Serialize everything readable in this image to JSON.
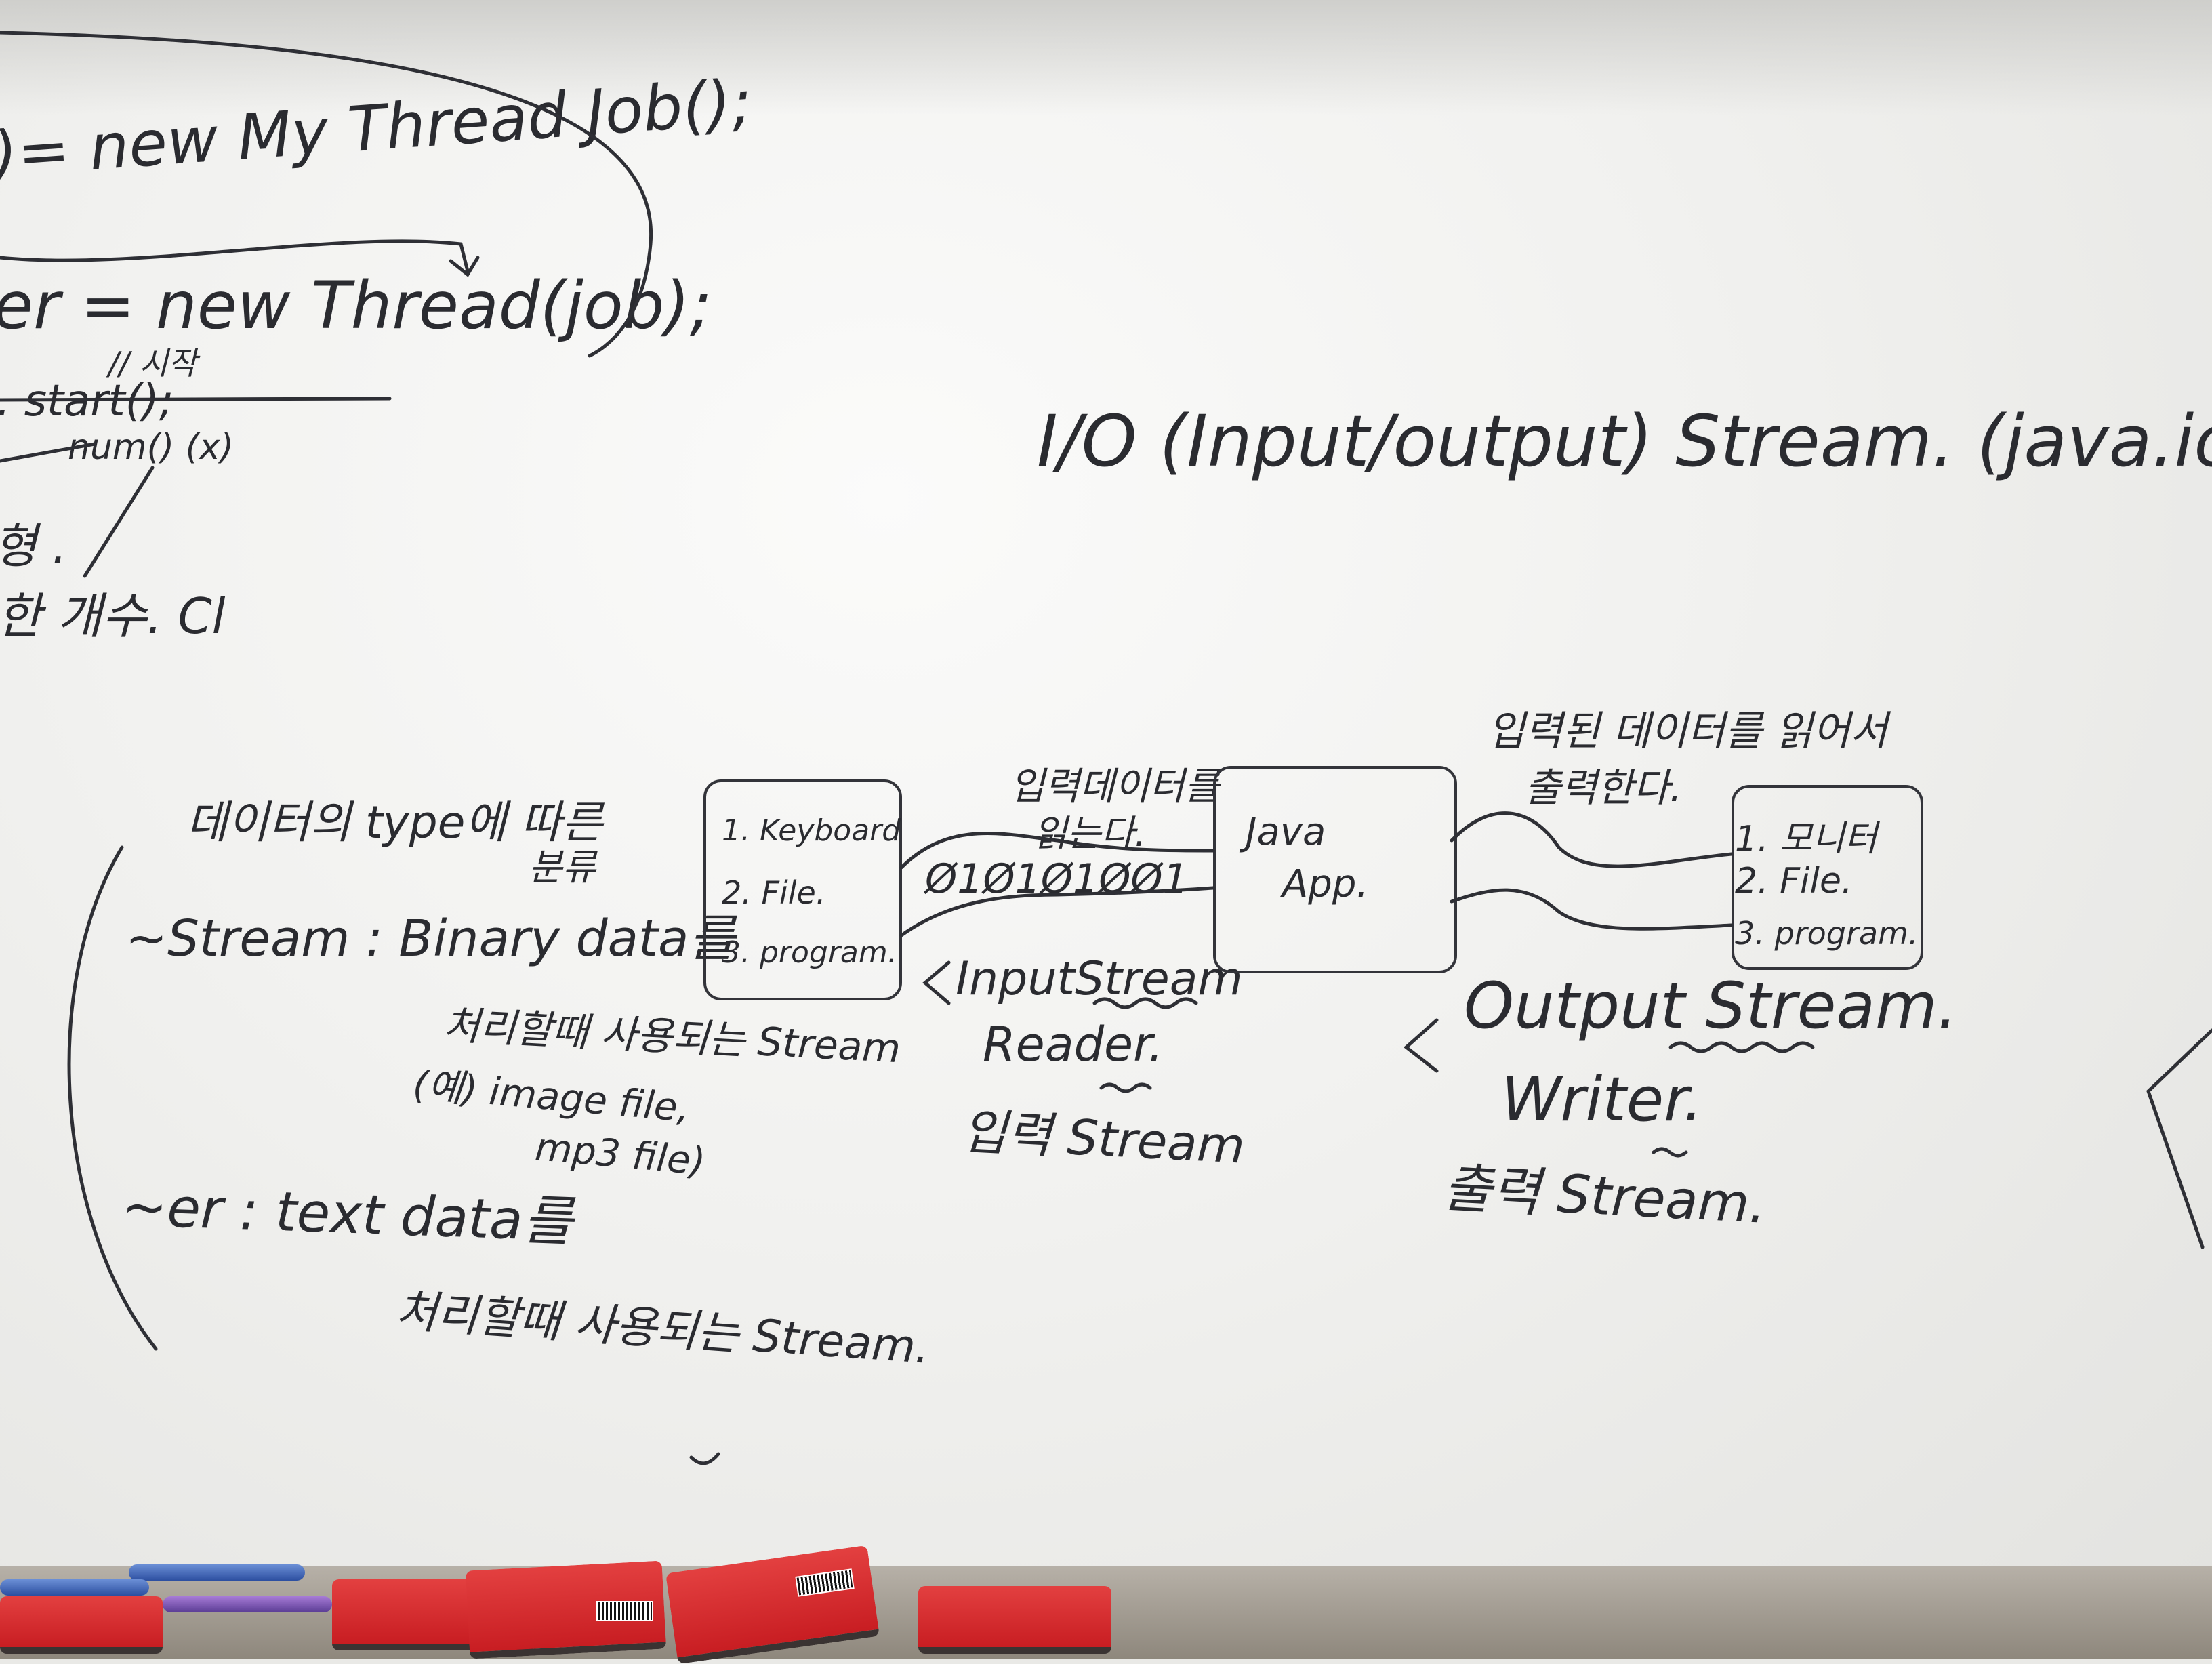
{
  "thread_code": {
    "line1": ")= new  My Thread Job();",
    "line2": "er = new  Thread(job);",
    "comment": "// 시작",
    "line3": ". start();",
    "line4": "num() (x)",
    "line5": "형 .",
    "line6": "한 개수.  Cl"
  },
  "title": {
    "text": "I/O (Input/output)  Stream.  (java.io"
  },
  "classification": {
    "heading": "데이터의 type에 따른",
    "heading2": "분류",
    "stream_line": "~Stream : Binary data를",
    "stream_desc": "처리할때 사용되는 Stream",
    "example1": "(예) image file,",
    "example2": "mp3 file)",
    "reader_line": "~er  : text data를",
    "reader_desc": "처리할때 사용되는 Stream."
  },
  "input_box": {
    "item1": "1. Keyboard",
    "item2": "2. File.",
    "item3": "3. program."
  },
  "input_label": {
    "read_text1": "입력데이터를",
    "read_text2": "읽는다.",
    "bits": "Ø1Ø1Ø1ØØ1",
    "class1": "InputStream",
    "class2": "Reader.",
    "kind": "입력 Stream"
  },
  "java_box": {
    "line1": "Java",
    "line2": "App."
  },
  "output_label": {
    "text1": "입력된 데이터를 읽어서",
    "text2": "출력한다.",
    "class1": "Output Stream.",
    "class2": "Writer.",
    "kind": "출력 Stream."
  },
  "output_box": {
    "item1": "1. 모니터",
    "item2": "2. File.",
    "item3": "3. program."
  },
  "colors": {
    "ink": "#2a2b30",
    "board": "#f1f1ef",
    "eraser": "#d42a2e"
  }
}
